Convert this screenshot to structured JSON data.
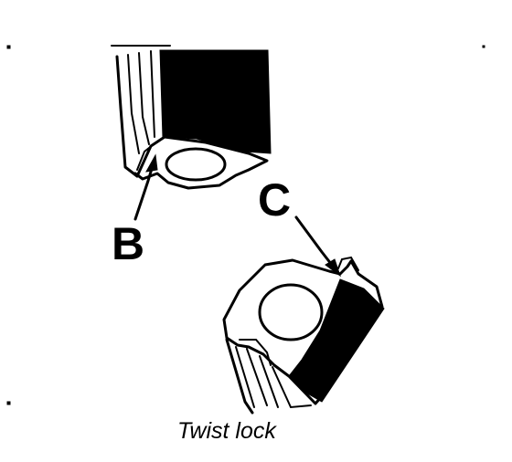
{
  "labels": {
    "b": "B",
    "c": "C"
  },
  "caption": "Twist lock",
  "colors": {
    "ink": "#000000",
    "background": "#ffffff"
  }
}
